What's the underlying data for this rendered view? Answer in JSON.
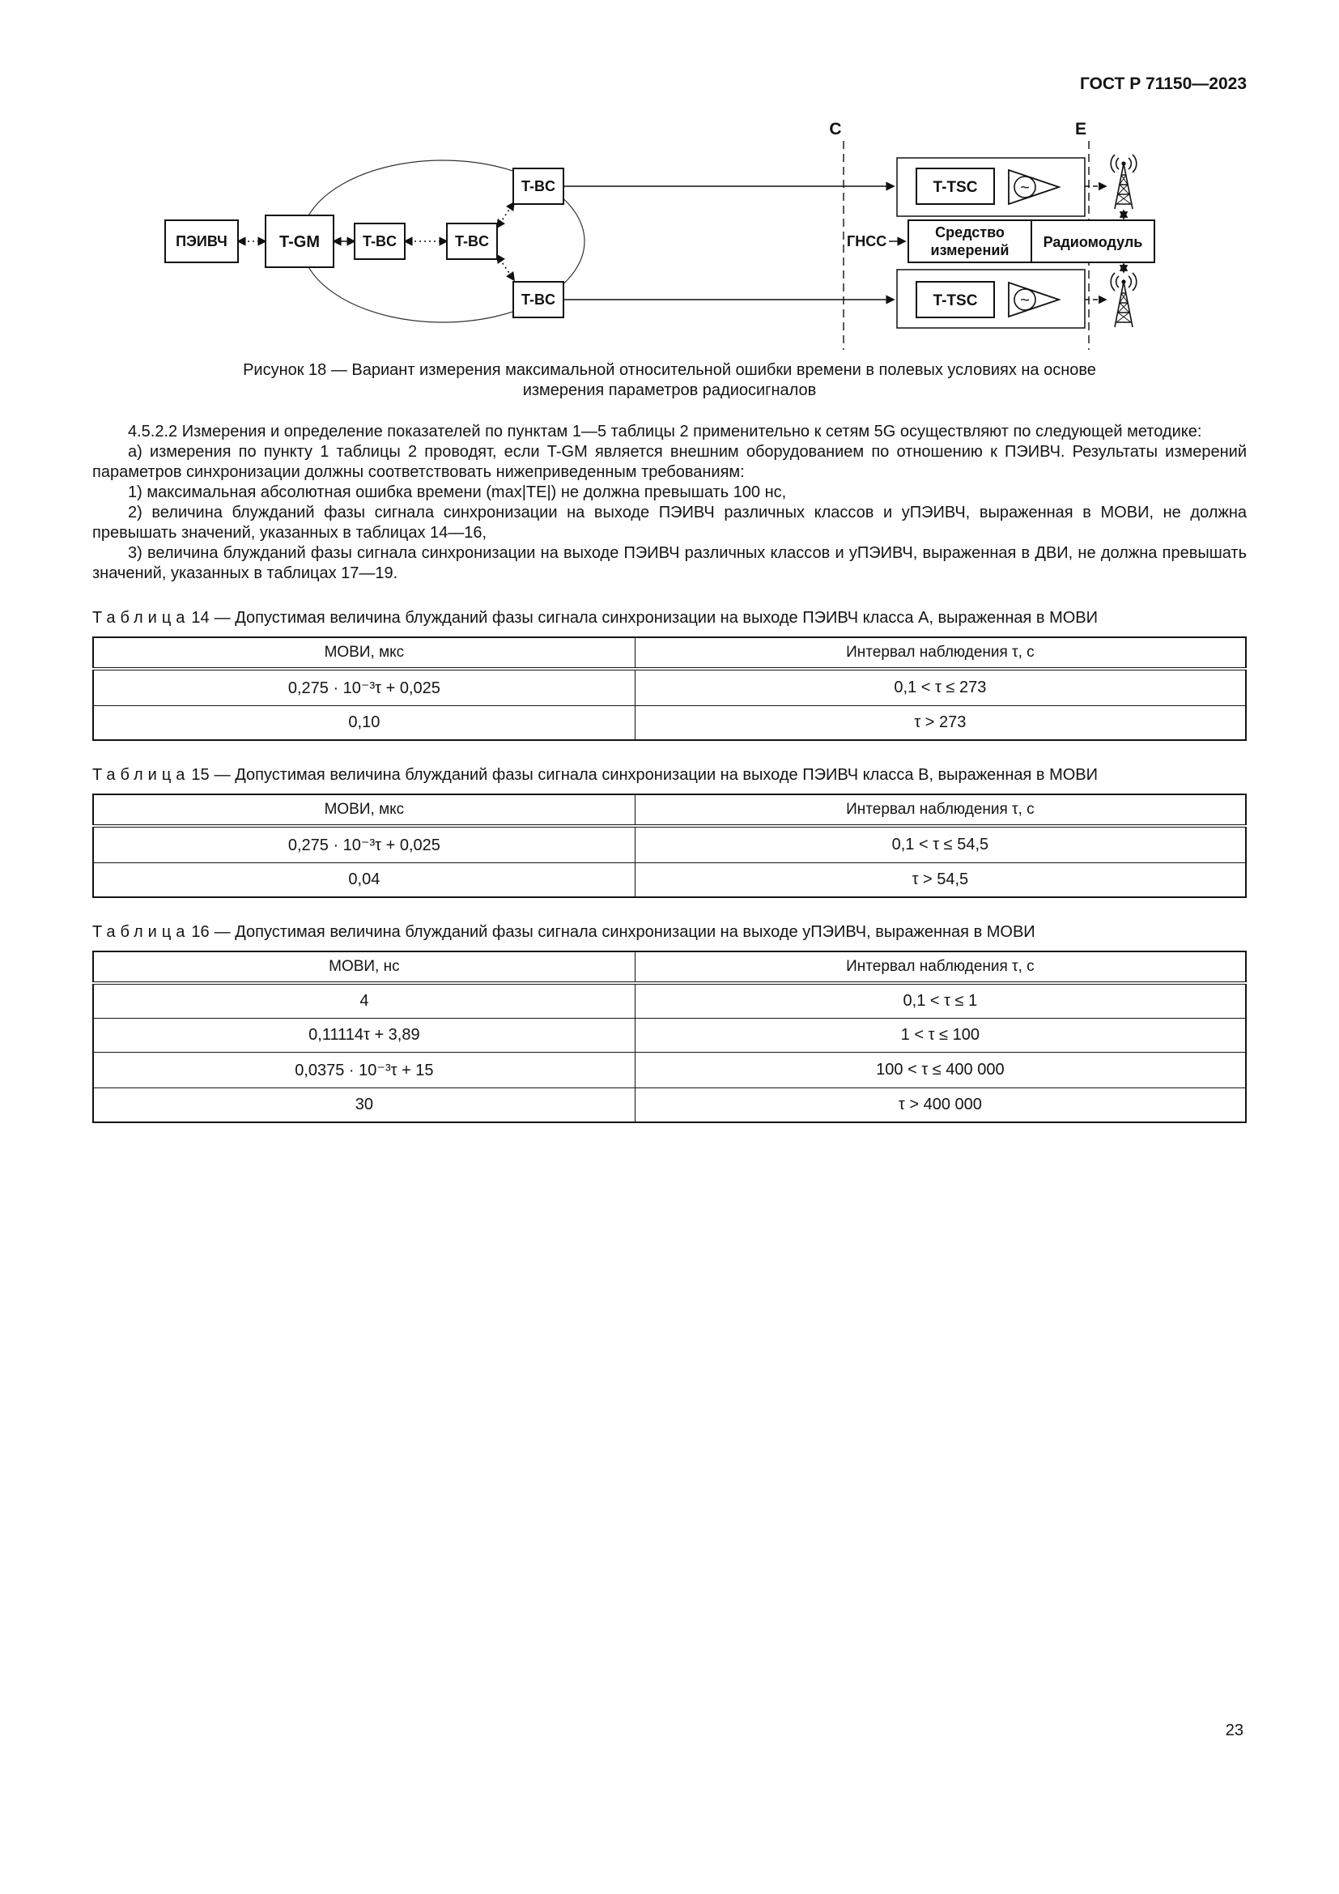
{
  "page": {
    "header": "ГОСТ Р 71150—2023",
    "page_number": "23"
  },
  "figure": {
    "caption": "Рисунок 18 — Вариант измерения максимальной относительной ошибки времени в полевых условиях на основе измерения параметров радиосигналов",
    "nodes": {
      "peivch": "ПЭИВЧ",
      "t_gm": "T-GM",
      "t_bc": "T-BC",
      "t_tsc": "T-TSC",
      "gnss": "ГНСС",
      "measuring_tool_line1": "Средство",
      "measuring_tool_line2": "измерений",
      "radio_module": "Радиомодуль",
      "label_c": "C",
      "label_e": "E",
      "amp_symbol": "~"
    }
  },
  "body": {
    "p1": "4.5.2.2 Измерения и определение показателей по пунктам 1—5 таблицы 2 применительно к сетям 5G осуществляют по следующей методике:",
    "p2": "а) измерения по пункту 1 таблицы 2 проводят, если T-GM является внешним оборудованием по отношению к ПЭИВЧ. Результаты измерений параметров синхронизации должны соответствовать нижеприведенным требованиям:",
    "p3": "1) максимальная абсолютная ошибка времени (max|TE|) не должна превышать 100 нс,",
    "p4": "2) величина блужданий фазы сигнала синхронизации на выходе ПЭИВЧ различных классов и уПЭИВЧ, выраженная в МОВИ, не должна превышать значений, указанных в таблицах 14—16,",
    "p5": "3) величина блужданий фазы сигнала синхронизации на выходе ПЭИВЧ различных классов и уПЭИВЧ, выраженная в ДВИ, не должна превышать значений, указанных в таблицах 17—19."
  },
  "tables": [
    {
      "word": "Таблица",
      "number": "14",
      "title": "— Допустимая величина блужданий фазы сигнала синхронизации на выходе ПЭИВЧ класса А, выраженная в МОВИ",
      "cols": [
        "МОВИ, мкс",
        "Интервал наблюдения τ, с"
      ],
      "rows": [
        [
          "0,275 · 10⁻³τ + 0,025",
          "0,1 < τ ≤ 273"
        ],
        [
          "0,10",
          "τ > 273"
        ]
      ]
    },
    {
      "word": "Таблица",
      "number": "15",
      "title": "— Допустимая величина блужданий фазы сигнала синхронизации на выходе ПЭИВЧ класса В, выраженная в МОВИ",
      "cols": [
        "МОВИ, мкс",
        "Интервал наблюдения τ, с"
      ],
      "rows": [
        [
          "0,275 · 10⁻³τ + 0,025",
          "0,1 < τ ≤ 54,5"
        ],
        [
          "0,04",
          "τ > 54,5"
        ]
      ]
    },
    {
      "word": "Таблица",
      "number": "16",
      "title": "— Допустимая величина блужданий фазы сигнала синхронизации на выходе уПЭИВЧ, выраженная в МОВИ",
      "cols": [
        "МОВИ, нс",
        "Интервал наблюдения τ, с"
      ],
      "rows": [
        [
          "4",
          "0,1 < τ ≤ 1"
        ],
        [
          "0,11114τ + 3,89",
          "1 < τ ≤ 100"
        ],
        [
          "0,0375 · 10⁻³τ + 15",
          "100 < τ ≤ 400 000"
        ],
        [
          "30",
          "τ > 400 000"
        ]
      ]
    }
  ]
}
